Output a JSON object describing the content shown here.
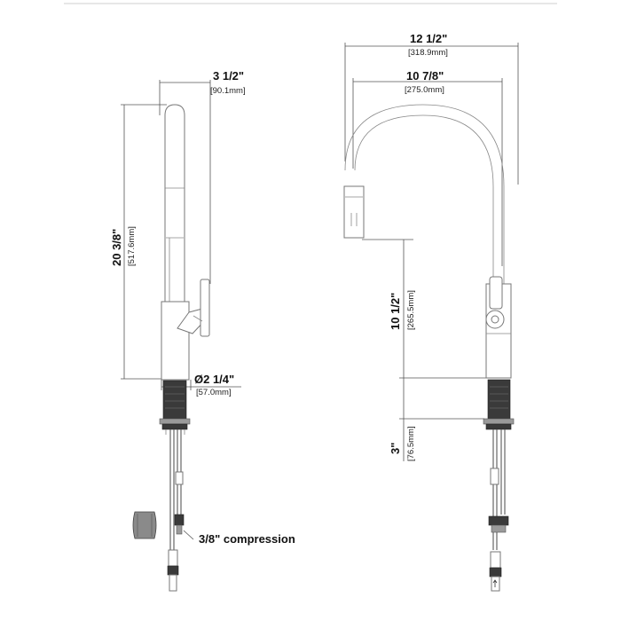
{
  "side_view": {
    "width": {
      "main": "3 1/2\"",
      "sub": "[90.1mm]"
    },
    "height": {
      "main": "20 3/8\"",
      "sub": "[517.6mm]"
    },
    "base_diameter": {
      "main": "Ø2 1/4\"",
      "sub": "[57.0mm]"
    },
    "connector_note": "3/8\" compression"
  },
  "front_view": {
    "total_reach": {
      "main": "12 1/2\"",
      "sub": "[318.9mm]"
    },
    "spout_reach": {
      "main": "10 7/8\"",
      "sub": "[275.0mm]"
    },
    "spout_height": {
      "main": "10 1/2\"",
      "sub": "[265.5mm]"
    },
    "deck_depth": {
      "main": "3\"",
      "sub": "[76.5mm]"
    }
  }
}
